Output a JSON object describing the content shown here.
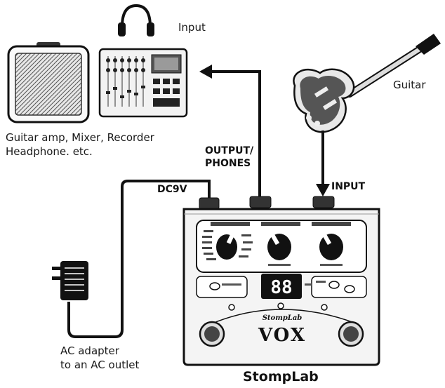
{
  "labels": {
    "input_top": "Input",
    "guitar": "Guitar",
    "devices_line1": "Guitar amp, Mixer, Recorder",
    "devices_line2": "Headphone. etc.",
    "output_line1": "OUTPUT/",
    "output_line2": "PHONES",
    "input_jack": "INPUT",
    "dc": "DC9V",
    "adapter_line1": "AC adapter",
    "adapter_line2": "to an AC outlet",
    "device_name": "StompLab"
  },
  "pedal": {
    "display": "88",
    "brand": "VOX",
    "model_logo": "StompLab"
  },
  "colors": {
    "line": "#111111",
    "pedal_fill": "#f4f4f4",
    "panel_fill": "#ffffff"
  }
}
